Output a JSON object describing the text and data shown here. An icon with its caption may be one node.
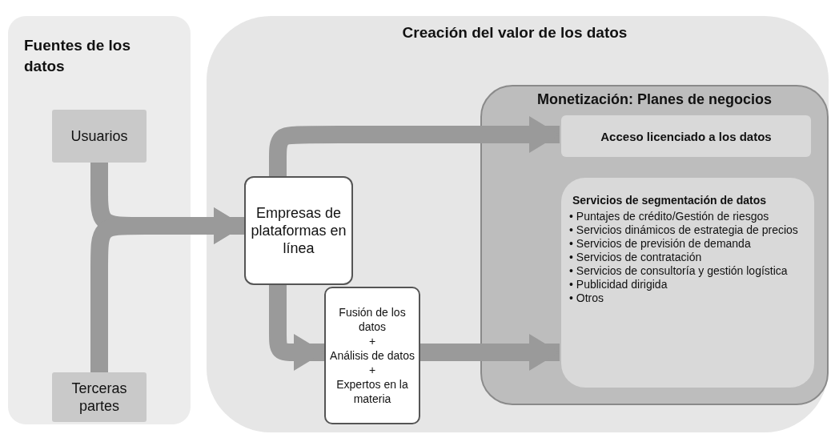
{
  "diagram": {
    "nodes": [
      {
        "text": [
          "Fuentes de los datos"
        ]
      },
      {
        "text": [
          "Usuarios"
        ],
        "in": 0
      },
      {
        "text": [
          "Terceras partes"
        ],
        "in": 0
      },
      {
        "text": [
          "Creación del valor de los datos"
        ]
      },
      {
        "text": [
          "Empresas de plataformas en línea"
        ],
        "in": 3
      },
      {
        "text": [
          "Fusión de los datos",
          "+",
          "Análisis de datos",
          "+",
          "Expertos en la materia"
        ],
        "in": 3
      },
      {
        "text": [
          "Monetización: Planes de negocios"
        ],
        "in": 3
      },
      {
        "text": [
          "Acceso licenciado a los datos"
        ],
        "in": 6
      },
      {
        "text": [
          "Servicios de segmentación de datos",
          "• Puntajes de crédito/Gestión de riesgos",
          "• Servicios dinámicos de estrategia de precios",
          "• Servicios de previsión de demanda",
          "• Servicios de contratación",
          "• Servicios de consultoría y gestión logística",
          "• Publicidad dirigida",
          "• Otros"
        ],
        "in": 6
      }
    ],
    "edges": [
      {
        "from": 1,
        "to": 4,
        "arrow": "to"
      },
      {
        "from": 2,
        "to": 4,
        "arrow": "to"
      },
      {
        "from": 4,
        "to": 7,
        "arrow": "to"
      },
      {
        "from": 4,
        "to": 5,
        "arrow": "to"
      },
      {
        "from": 5,
        "to": 8,
        "arrow": "to"
      }
    ]
  }
}
